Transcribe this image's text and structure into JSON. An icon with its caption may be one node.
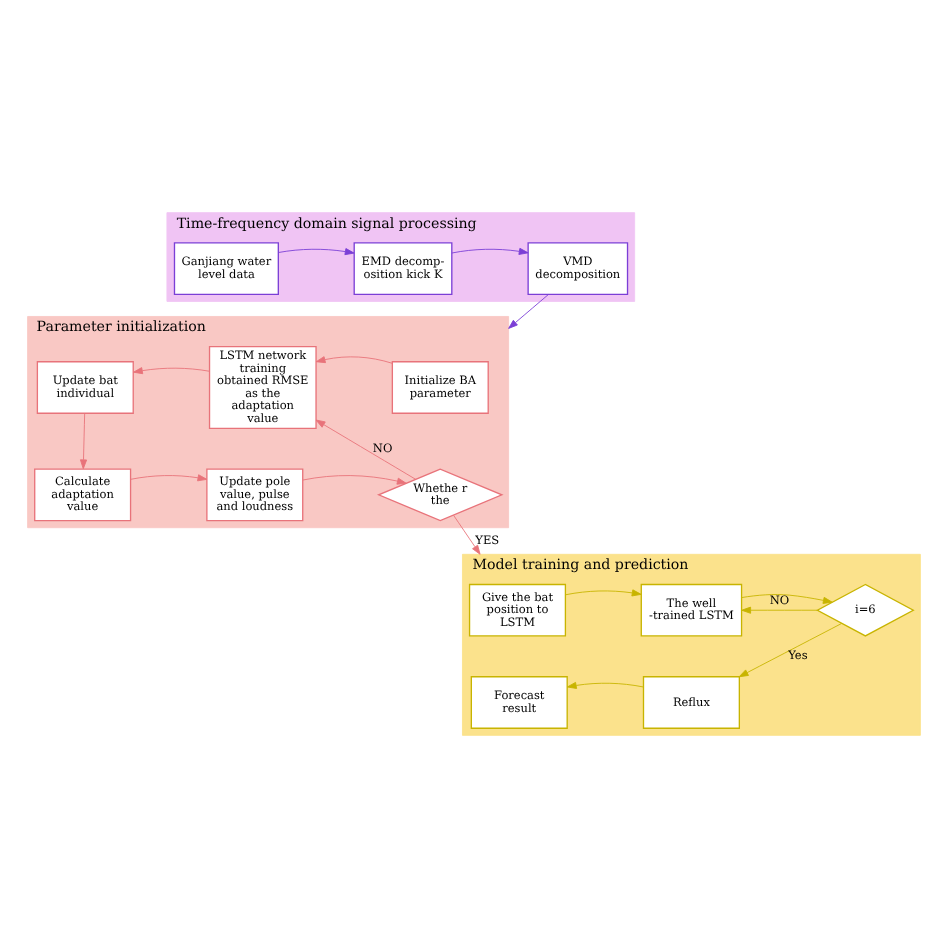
{
  "diagram": {
    "nodes": [
      {
        "text": [
          "Time-frequency domain signal processing"
        ]
      },
      {
        "text": [
          "Ganjiang water level data"
        ],
        "in": 0
      },
      {
        "text": [
          "EMD decomp- osition kick K"
        ],
        "in": 0
      },
      {
        "text": [
          "VMD decomposition"
        ],
        "in": 0
      },
      {
        "text": [
          "Parameter initialization"
        ]
      },
      {
        "text": [
          "Initialize BA parameter"
        ],
        "in": 4
      },
      {
        "text": [
          "LSTM network training obtained RMSE as the adaptation value"
        ],
        "in": 4
      },
      {
        "text": [
          "Update bat individual"
        ],
        "in": 4
      },
      {
        "text": [
          "Calculate adaptation value"
        ],
        "in": 4
      },
      {
        "text": [
          "Update pole value, pulse and loudness"
        ],
        "in": 4
      },
      {
        "text": [
          "Whethe r the"
        ],
        "in": 4
      },
      {
        "text": [
          "Model training and prediction"
        ]
      },
      {
        "text": [
          "Give the bat position to LSTM"
        ],
        "in": 11
      },
      {
        "text": [
          "The well -trained LSTM"
        ],
        "in": 11
      },
      {
        "text": [
          "i=6"
        ],
        "in": 11
      },
      {
        "text": [
          "Reflux"
        ],
        "in": 11
      },
      {
        "text": [
          "Forecast result"
        ],
        "in": 11
      }
    ],
    "edges": [
      {
        "from": 1,
        "to": 2,
        "arrow": "to",
        "color": "#7b3fd6"
      },
      {
        "from": 2,
        "to": 3,
        "arrow": "to",
        "color": "#7b3fd6"
      },
      {
        "from": 3,
        "to": 4,
        "arrow": "to",
        "color": "#7b3fd6"
      },
      {
        "from": 5,
        "to": 6,
        "arrow": "to"
      },
      {
        "from": 6,
        "to": 7,
        "arrow": "to"
      },
      {
        "from": 7,
        "to": 8,
        "arrow": "to"
      },
      {
        "from": 8,
        "to": 9,
        "arrow": "to"
      },
      {
        "from": 9,
        "to": 10,
        "arrow": "to"
      },
      {
        "from": 10,
        "to": 6,
        "arrow": "to",
        "label": "NO"
      },
      {
        "from": 10,
        "to": 11,
        "arrow": "to",
        "label": "YES"
      },
      {
        "from": 12,
        "to": 13,
        "arrow": "to",
        "color": "#c8b400"
      },
      {
        "from": 13,
        "to": 14,
        "arrow": "to",
        "color": "#c8b400"
      },
      {
        "from": 14,
        "to": 13,
        "arrow": "to",
        "label": "NO",
        "color": "#c8b400"
      },
      {
        "from": 14,
        "to": 15,
        "arrow": "to",
        "label": "Yes",
        "color": "#c8b400"
      },
      {
        "from": 15,
        "to": 16,
        "arrow": "to",
        "color": "#c8b400"
      }
    ]
  }
}
